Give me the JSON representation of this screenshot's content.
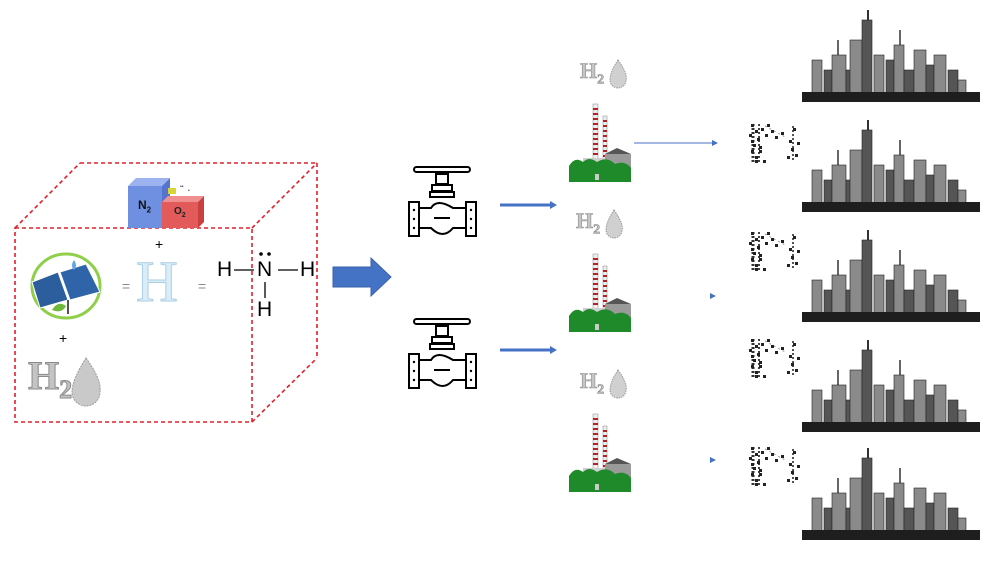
{
  "source_box": {
    "gas_cubes": {
      "left_label": "N",
      "left_sub": "2",
      "right_label": "O",
      "right_sub": "2",
      "left_color": "#6f8fe0",
      "right_color": "#e35a5a"
    },
    "plus_1": "+",
    "plus_2": "+",
    "equals_1": "=",
    "equals_2": "=",
    "hydrogen_letter": "H",
    "h2_label": "H",
    "h2_sub": "2",
    "ammonia": {
      "left_h": "H",
      "center_n": "N",
      "right_h": "H",
      "bottom_h": "H",
      "lone_pair": "••"
    },
    "border_color": "#e0202a"
  },
  "main_arrow_color": "#4472c4",
  "valves": [
    {
      "id": "valve-1"
    },
    {
      "id": "valve-2"
    }
  ],
  "plants": [
    {
      "h2_label": "H",
      "h2_sub": "2"
    },
    {
      "h2_label": "H",
      "h2_sub": "2"
    },
    {
      "h2_label": "H",
      "h2_sub": "2"
    }
  ],
  "colors": {
    "arrow": "#4472c4",
    "chimney_stripe": "#b22222",
    "plant_green": "#1f8a2a",
    "city": "#2b2b2b"
  },
  "cities_count": 5,
  "pylons_count": 4
}
